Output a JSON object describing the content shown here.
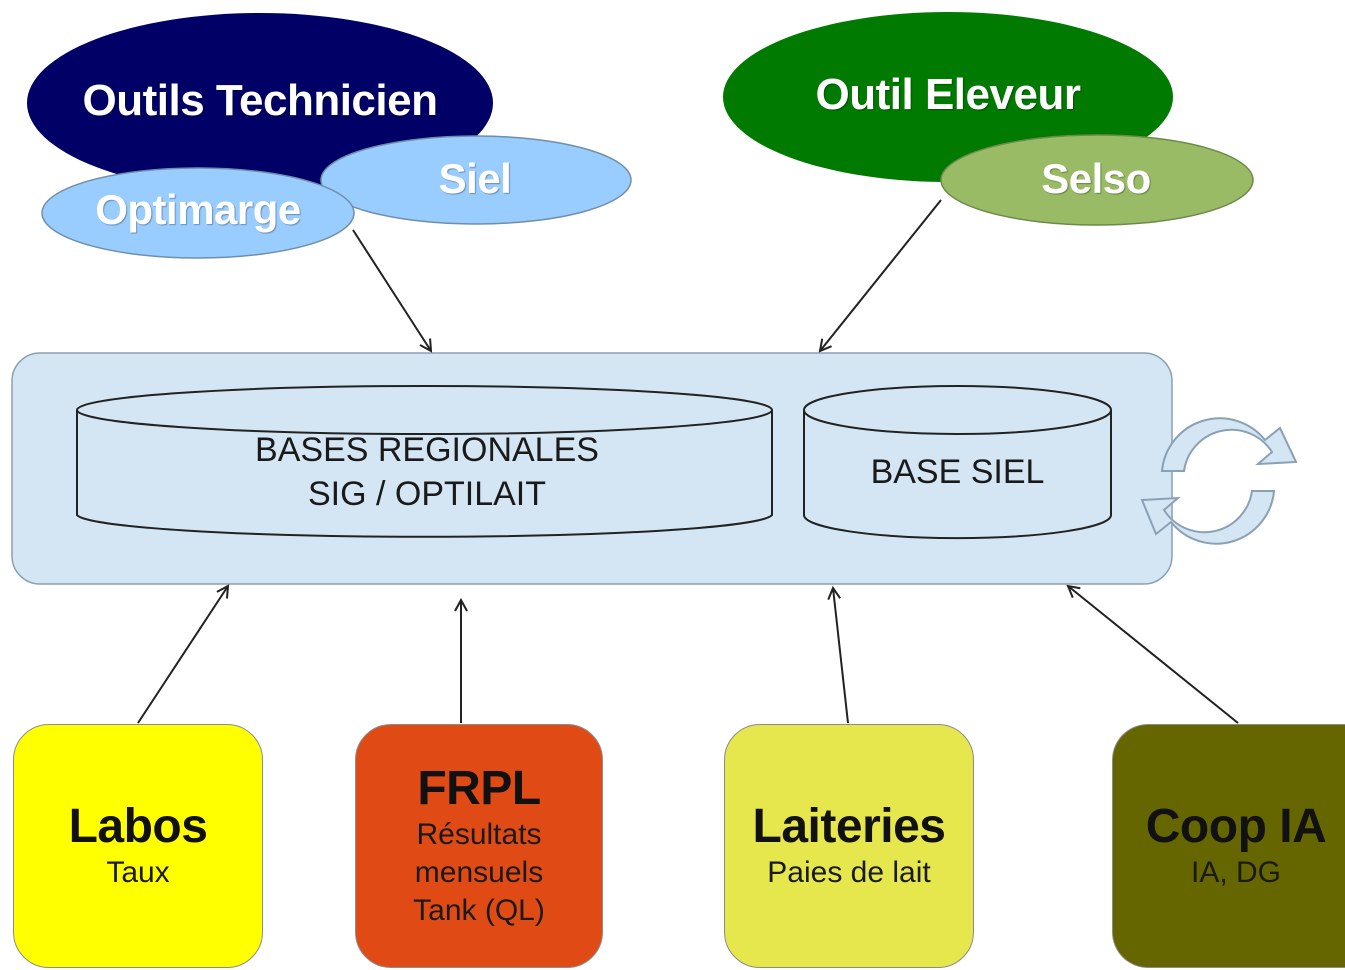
{
  "technicien": {
    "title": "Outils Technicien",
    "tools": [
      "Optimarge",
      "Siel"
    ]
  },
  "eleveur": {
    "title": "Outil Eleveur",
    "tool": "Selso"
  },
  "central": {
    "regional_line1": "BASES REGIONALES",
    "regional_line2": "SIG / OPTILAIT",
    "siel_base": "BASE SIEL",
    "sync_icon": "sync-arrows-icon"
  },
  "sources": [
    {
      "title": "Labos",
      "lines": [
        "Taux"
      ],
      "color": "#ffff00"
    },
    {
      "title": "FRPL",
      "lines": [
        "Résultats",
        "mensuels",
        "Tank (QL)"
      ],
      "color": "#e04a14"
    },
    {
      "title": "Laiteries",
      "lines": [
        "Paies de lait"
      ],
      "color": "#e6e64d"
    },
    {
      "title": "Coop IA",
      "lines": [
        "IA, DG"
      ],
      "color": "#666600"
    }
  ],
  "colors": {
    "technicien_ellipse": "#000066",
    "tool_ellipse_light_blue": "#99ccff",
    "eleveur_ellipse": "#007a00",
    "selso_ellipse": "#99bb66",
    "central_panel": "#d4e6f4"
  }
}
